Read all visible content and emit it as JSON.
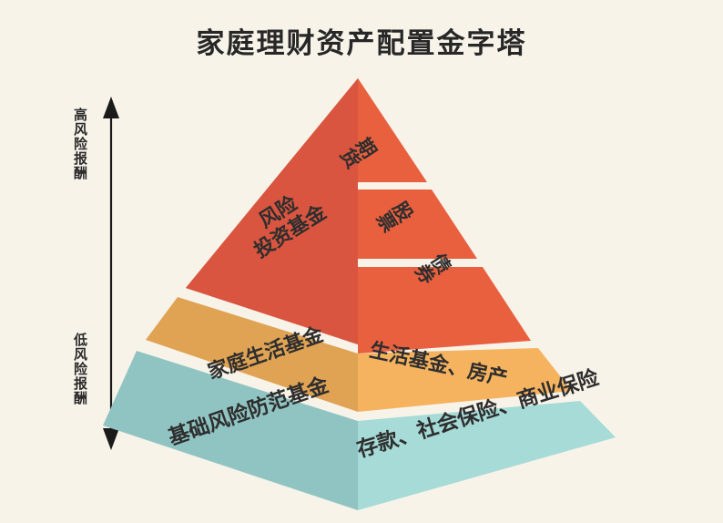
{
  "page": {
    "title": "家庭理财资产配置金字塔",
    "background_color": "#f7f3e9",
    "text_color": "#2e2e2e"
  },
  "axis": {
    "top_label": "高风险报酬",
    "bottom_label": "低风险报酬",
    "arrow_color": "#1a1a1a",
    "direction": "double-headed-vertical"
  },
  "chart_data": {
    "type": "pyramid",
    "title": "家庭理财资产配置金字塔",
    "orientation": "3d-isometric",
    "axis_top": "高风险报酬",
    "axis_bottom": "低风险报酬",
    "levels": [
      {
        "index": 1,
        "position": "top",
        "left_face_label": "风险投资基金",
        "left_face_line1": "风险",
        "left_face_line2": "投资基金",
        "left_face_color": "#d9553f",
        "right_face_color": "#e9603f",
        "right_face_items": [
          "期货",
          "股票",
          "债券"
        ]
      },
      {
        "index": 2,
        "position": "middle",
        "left_face_label": "家庭生活基金",
        "left_face_color": "#e0a354",
        "right_face_label": "生活基金、房产",
        "right_face_color": "#f6b35f"
      },
      {
        "index": 3,
        "position": "bottom",
        "left_face_label": "基础风险防范基金",
        "left_face_color": "#90c4c2",
        "right_face_label": "存款、社会保险、商业保险",
        "right_face_color": "#a6dbd8"
      }
    ]
  },
  "labels": {
    "futures": "期货",
    "stocks": "股票",
    "bonds": "债券",
    "venture_fund_line1": "风险",
    "venture_fund_line2": "投资基金",
    "family_living_fund": "家庭生活基金",
    "living_fund_property": "生活基金、房产",
    "basic_risk_fund": "基础风险防范基金",
    "deposit_social_commercial": "存款、社会保险、商业保险"
  }
}
